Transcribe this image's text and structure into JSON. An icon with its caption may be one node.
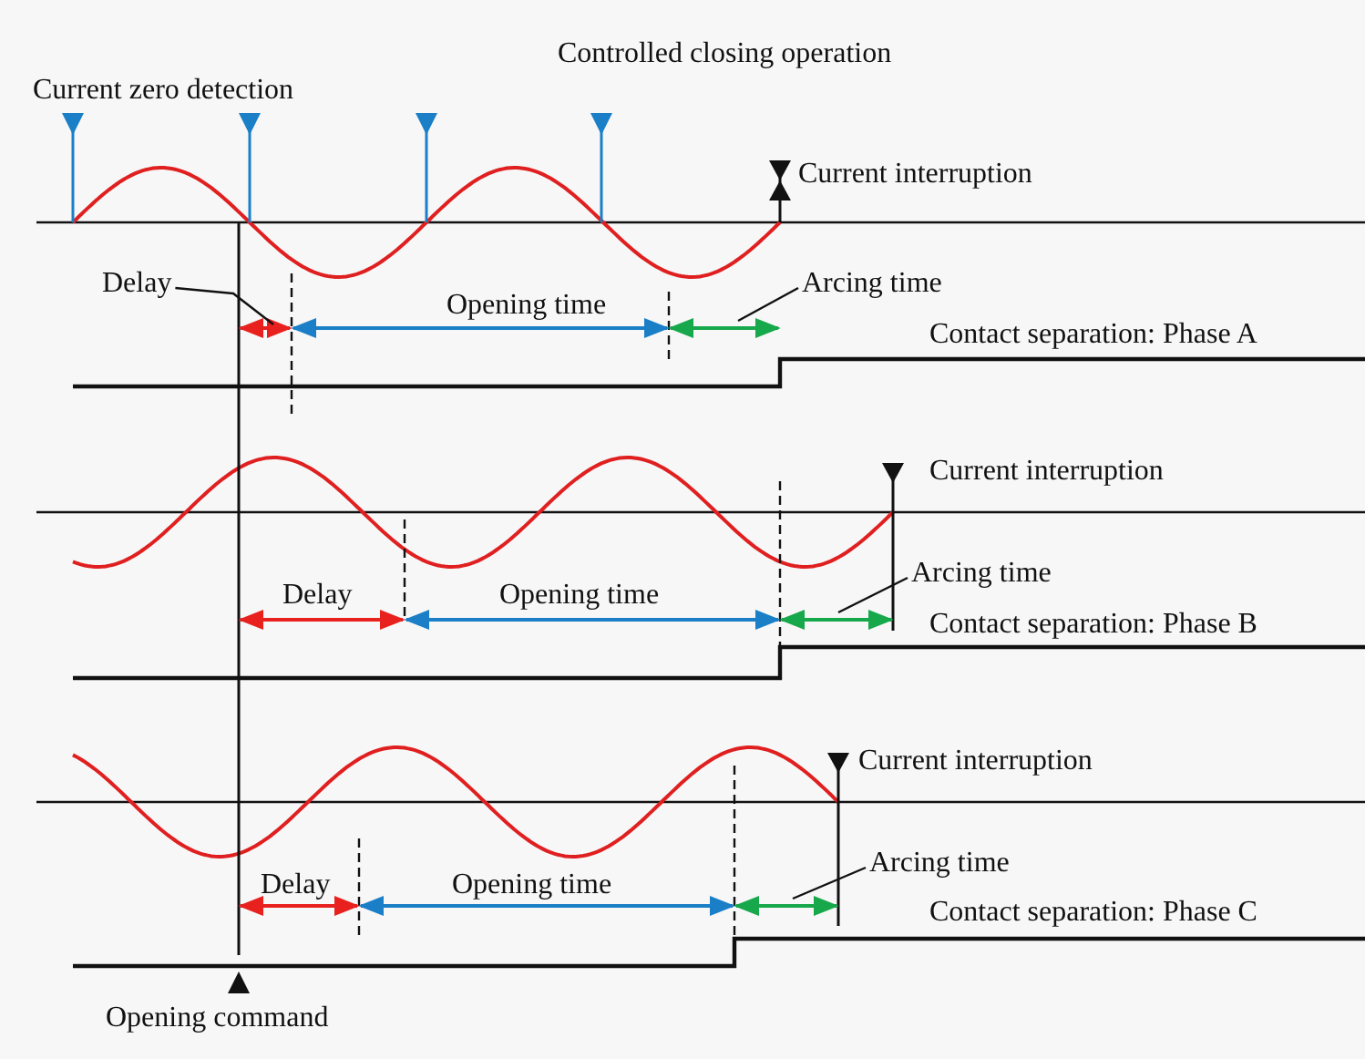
{
  "diagram": {
    "title": "Controlled closing operation",
    "nodes": [
      {
        "text": [
          "Delay"
        ]
      },
      {
        "text": [
          "Arcing time"
        ]
      },
      {
        "text": [
          "Arcing time"
        ]
      },
      {
        "text": [
          "Arcing time"
        ]
      }
    ],
    "edges": [
      {
        "from": 0,
        "to": null,
        "arrow": "none"
      },
      {
        "from": 1,
        "to": null,
        "arrow": "none"
      },
      {
        "from": 2,
        "to": null,
        "arrow": "none"
      },
      {
        "from": 3,
        "to": null,
        "arrow": "none"
      }
    ],
    "labels": [
      "Current zero detection",
      "Current interruption",
      "Opening time",
      "Contact separation: Phase A",
      "Current interruption",
      "Delay",
      "Opening time",
      "Contact separation: Phase B",
      "Current interruption",
      "Delay",
      "Opening time",
      "Contact separation: Phase C",
      "Opening command"
    ]
  }
}
